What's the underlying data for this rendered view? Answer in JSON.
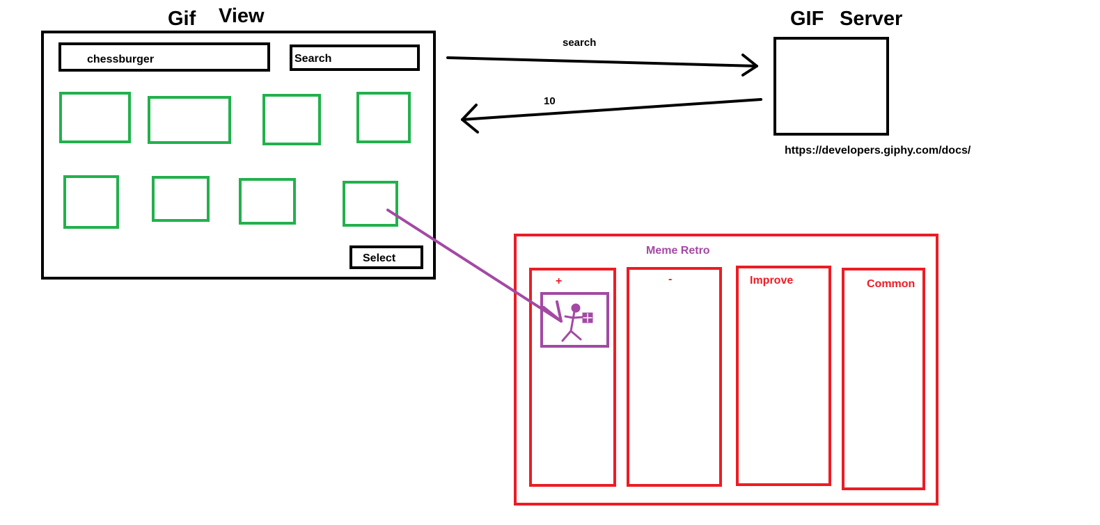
{
  "gif_view": {
    "title_word1": "Gif",
    "title_word2": "View",
    "search_input_value": "chessburger",
    "search_button_label": "Search",
    "select_button_label": "Select",
    "gif_thumbnails_count": 8
  },
  "gif_server": {
    "title_word1": "GIF",
    "title_word2": "Server",
    "url": "https://developers.giphy.com/docs/"
  },
  "arrows": {
    "request_label": "search",
    "response_label": "10"
  },
  "meme_retro": {
    "title": "Meme Retro",
    "columns": [
      {
        "label": "+"
      },
      {
        "label": "-"
      },
      {
        "label": "Improve"
      },
      {
        "label": "Common"
      }
    ],
    "card_icon": "stick-figure-with-gift-icon"
  },
  "colors": {
    "outline": "#000000",
    "thumbnail": "#22b14c",
    "retro": "#ed1c24",
    "selection": "#a349a4"
  }
}
